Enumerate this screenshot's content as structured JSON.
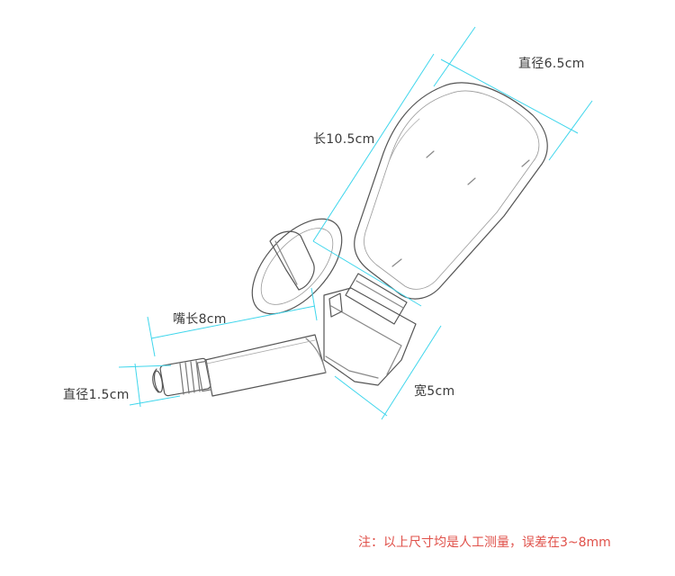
{
  "dimensions": {
    "bottle_diameter": "直径6.5cm",
    "bottle_length": "长10.5cm",
    "spout_length": "嘴长8cm",
    "tip_diameter": "直径1.5cm",
    "width": "宽5cm"
  },
  "note": "注：以上尺寸均是人工测量，误差在3~8mm",
  "colors": {
    "dimension_line": "#3fd6ec",
    "sketch": "#555555",
    "note": "#e0514a"
  }
}
